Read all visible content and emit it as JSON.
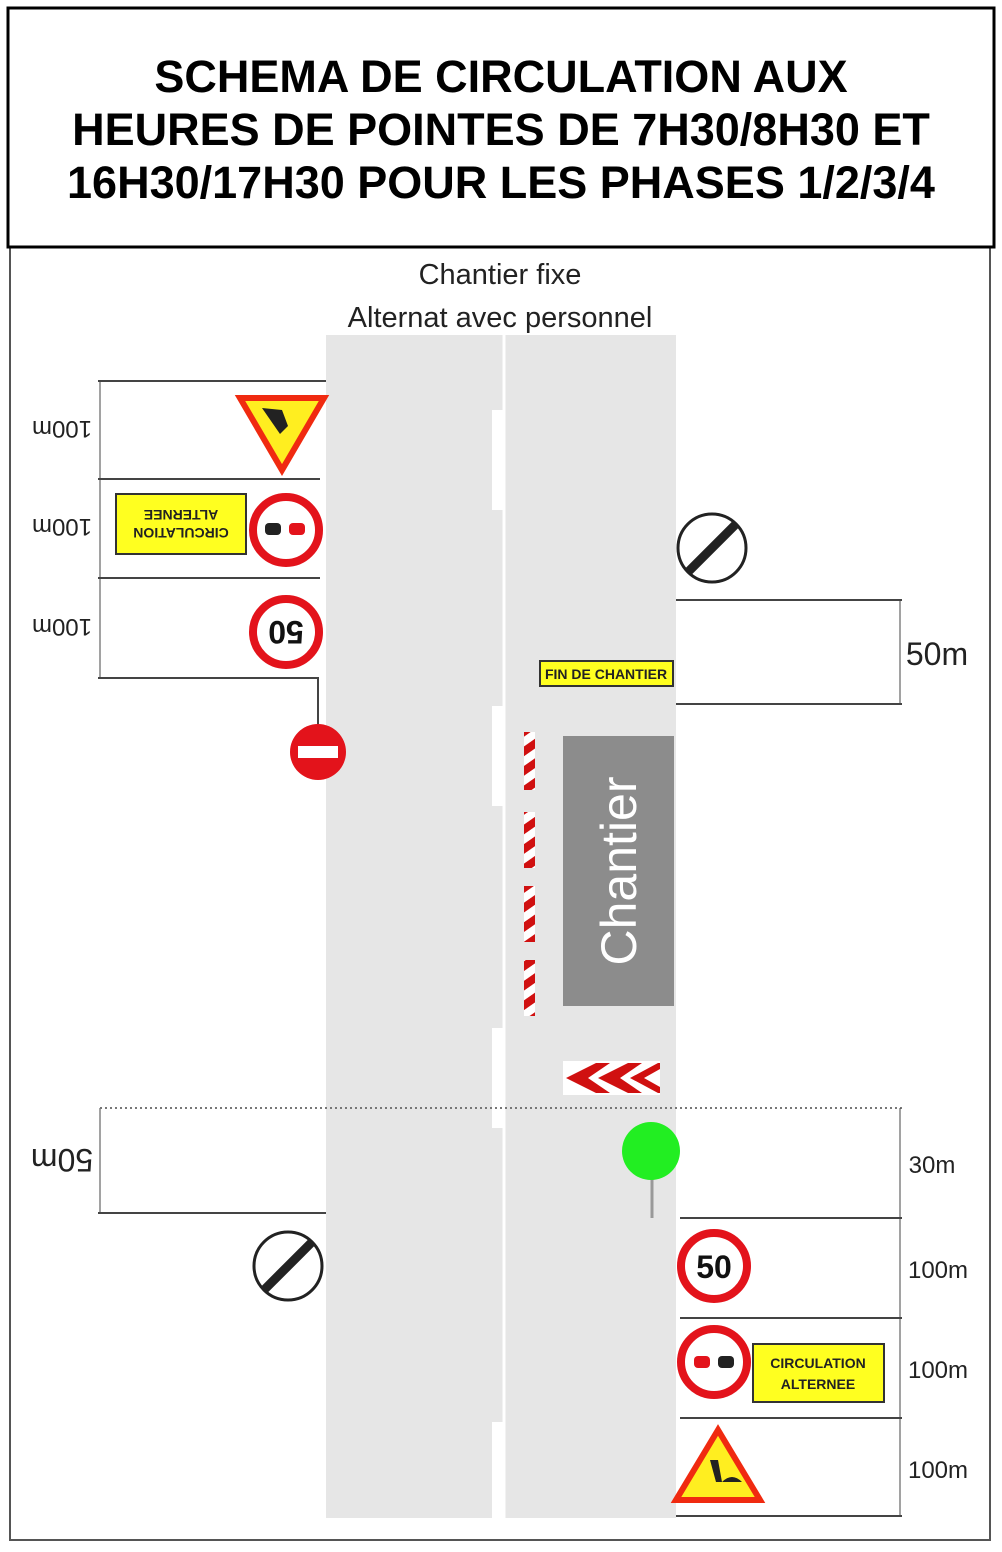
{
  "title": {
    "lines": [
      "SCHEMA DE CIRCULATION AUX",
      "HEURES DE POINTES DE 7H30/8H30 ET",
      "16H30/17H30 POUR LES PHASES 1/2/3/4"
    ]
  },
  "header": {
    "line1": "Chantier fixe",
    "line2": "Alternat avec personnel"
  },
  "left": {
    "dims": [
      "100m",
      "100m",
      "100m",
      "50m"
    ],
    "board": [
      "CIRCULATION",
      "ALTERNEE"
    ],
    "speed": "50"
  },
  "right": {
    "dim_top": "50m",
    "dims": [
      "30m",
      "100m",
      "100m",
      "100m"
    ],
    "board": [
      "CIRCULATION",
      "ALTERNEE"
    ],
    "speed": "50",
    "fin": "FIN DE CHANTIER"
  },
  "work_zone": {
    "label": "Chantier"
  },
  "colors": {
    "road": "#e6e6e6",
    "red": "#e3131b",
    "yellow": "#ffff20",
    "green": "#22ee22",
    "work": "#8c8c8c"
  }
}
